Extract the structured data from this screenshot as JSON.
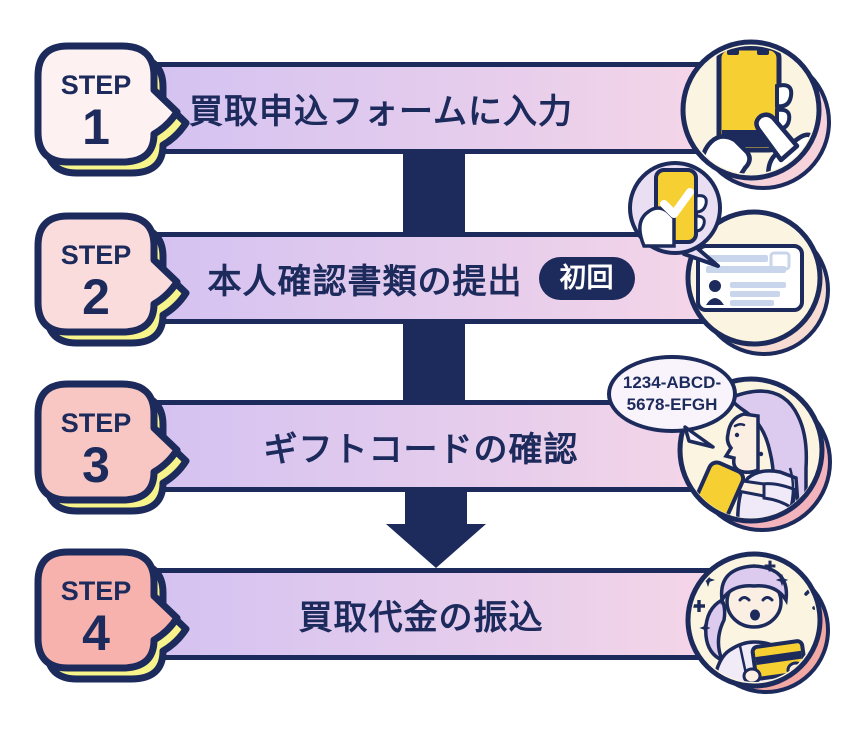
{
  "title_meta": "gift-card-purchase-flow",
  "colors": {
    "navy": "#1c2a5c",
    "shadow_yellow": "#f8f48c",
    "banner_gradient_left": "#d4c2f1",
    "banner_gradient_right": "#f8d7e7",
    "phone_yellow": "#f6cf33",
    "circle_cream": "#faf4e1",
    "badge_fills": [
      "#fdf1f1",
      "#fadcdc",
      "#f9c7c3",
      "#f8b2ae"
    ]
  },
  "steps": [
    {
      "badge_label": "STEP",
      "number": "1",
      "title": "買取申込フォームに入力",
      "badge_fill": "#fdf1f1",
      "illustration": "hand-tapping-smartphone"
    },
    {
      "badge_label": "STEP",
      "number": "2",
      "title": "本人確認書類の提出",
      "tag": "初回",
      "badge_fill": "#fadcdc",
      "illustration": "id-card-and-phone-check"
    },
    {
      "badge_label": "STEP",
      "number": "3",
      "title": "ギフトコードの確認",
      "badge_fill": "#f9c7c3",
      "code_bubble": {
        "line1": "1234-ABCD-",
        "line2": "5678-EFGH"
      },
      "illustration": "woman-checking-gift-code"
    },
    {
      "badge_label": "STEP",
      "number": "4",
      "title": "買取代金の振込",
      "badge_fill": "#f8b2ae",
      "illustration": "woman-receiving-payment"
    }
  ]
}
